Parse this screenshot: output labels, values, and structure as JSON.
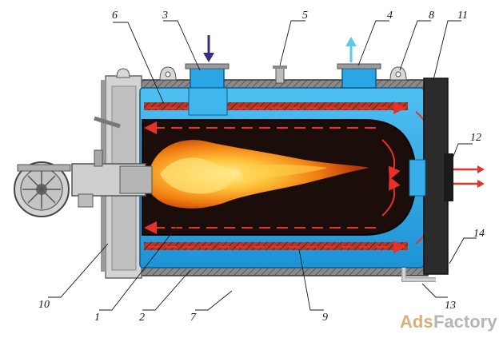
{
  "diagram": {
    "labels": {
      "l1": "1",
      "l2": "2",
      "l3": "3",
      "l4": "4",
      "l5": "5",
      "l6": "6",
      "l7": "7",
      "l8": "8",
      "l9": "9",
      "l10": "10",
      "l11": "11",
      "l12": "12",
      "l13": "13",
      "l14": "14"
    },
    "colors": {
      "water_jacket": "#2aa6e6",
      "furnace_interior": "#1a0d0a",
      "flow_arrow": "#e8312b",
      "rear_chamber": "#2b2b2b",
      "casing": "#bdbdbd",
      "inlet_arrow": "#3a2f7a",
      "outlet_arrow": "#5ec9e8",
      "flame": "#f7a01a"
    },
    "icons": {
      "inlet": "arrow-down-icon",
      "outlet": "arrow-up-icon",
      "burner": "burner-fan-icon",
      "exhaust": "arrow-right-icon"
    }
  },
  "watermark": {
    "part_a": "Ads",
    "part_b": "Factory"
  }
}
